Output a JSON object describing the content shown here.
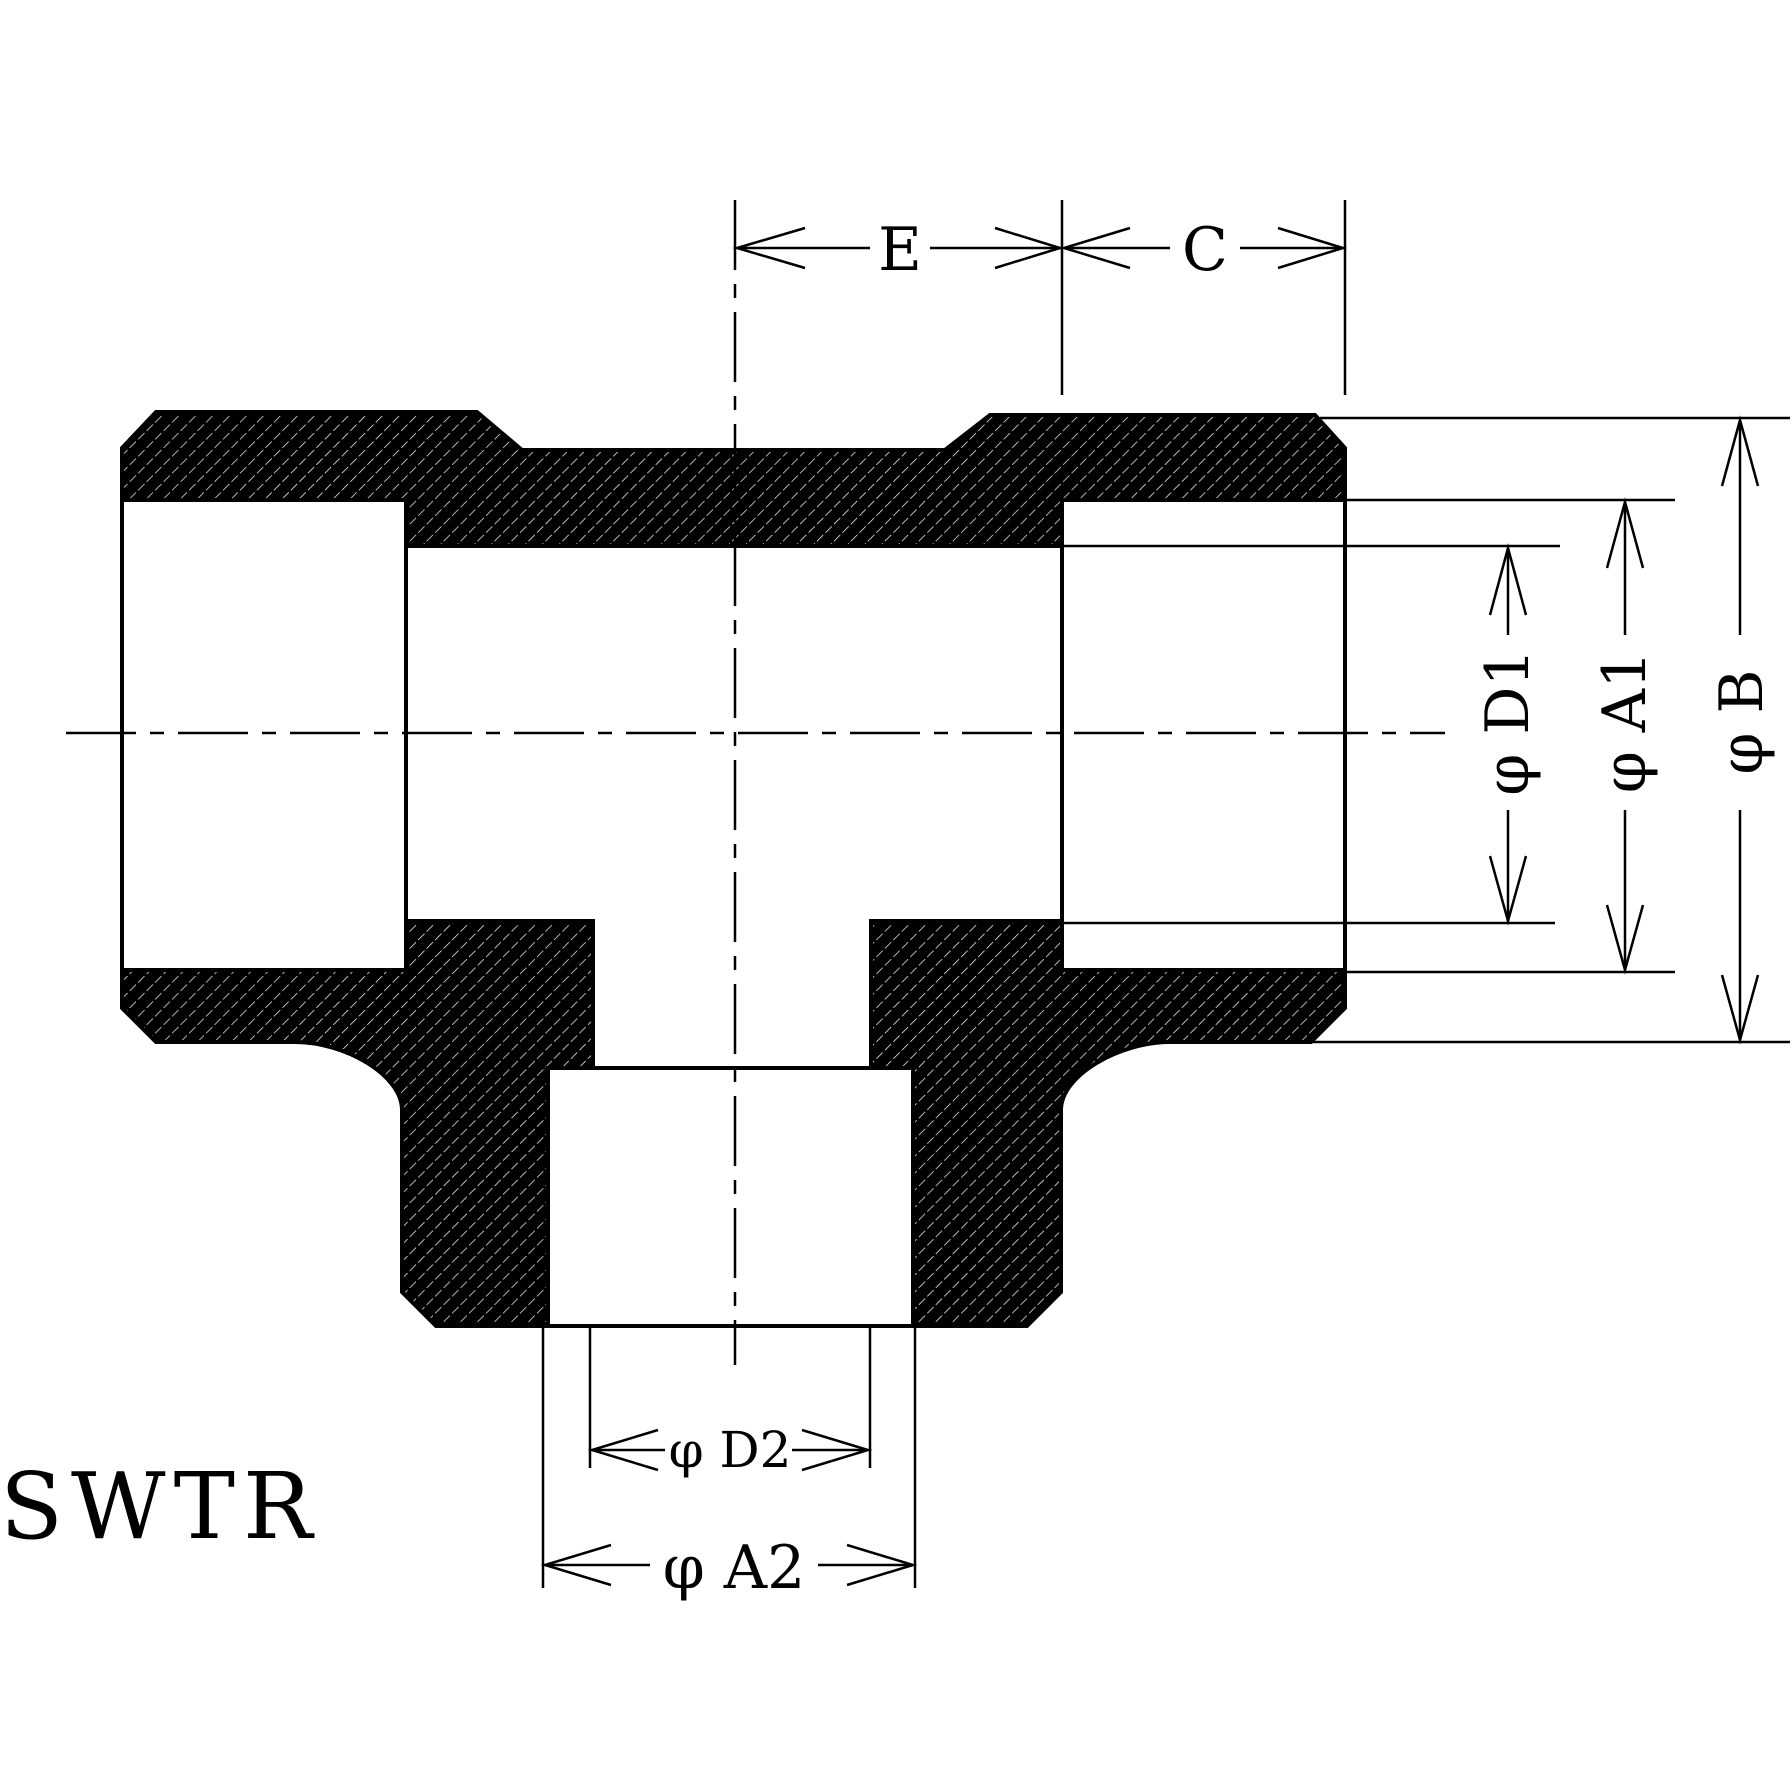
{
  "drawing": {
    "title": "SWTR",
    "dimensions": {
      "e": "E",
      "c": "C",
      "d1": "φ D1",
      "a1": "φ A1",
      "b": "φ B",
      "d2": "φ D2",
      "a2": "φ A2"
    },
    "colors": {
      "ink": "#000000",
      "paper": "#ffffff",
      "hatch": "#ffffff"
    }
  }
}
